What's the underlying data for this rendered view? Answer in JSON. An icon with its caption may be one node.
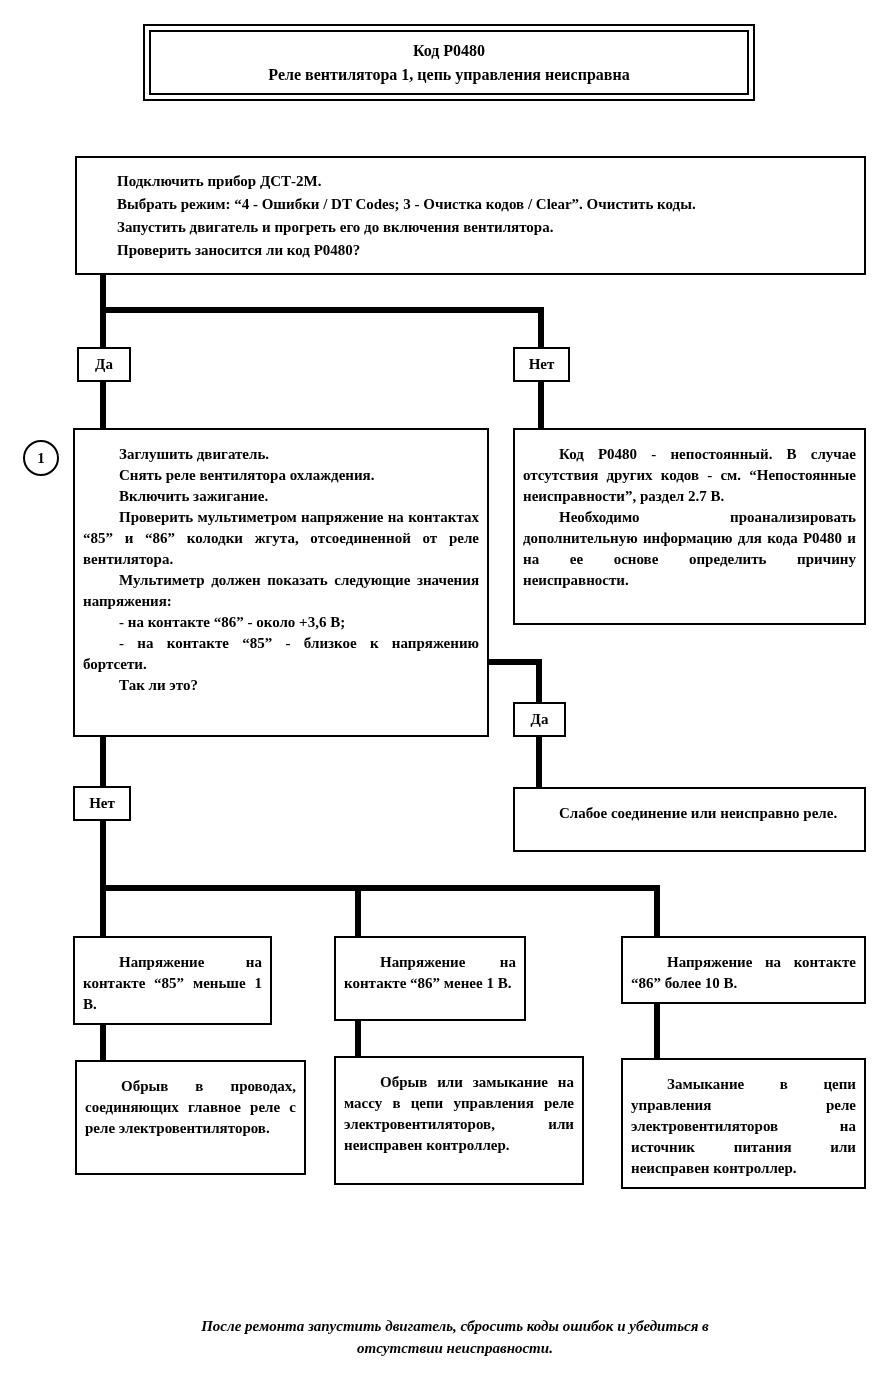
{
  "diagram": {
    "nodes": [
      {
        "text": [
          "Код P0480",
          "Реле вентилятора 1, цепь управления неисправна"
        ]
      },
      {
        "text": [
          "Подключить прибор ДСТ-2М.",
          "Выбрать режим: “4 - Ошибки / DT Codes; 3 - Очистка кодов / Clear”. Очистить коды.",
          "Запустить двигатель и прогреть его до включения вентилятора.",
          "Проверить заносится ли код P0480?"
        ]
      },
      {
        "text": [
          "Да"
        ]
      },
      {
        "text": [
          "Нет"
        ]
      },
      {
        "text": [
          "Заглушить двигатель.",
          "Снять реле вентилятора охлаждения.",
          "Включить зажигание.",
          "Проверить мультиметром напряжение на контактах “85” и “86” колодки жгута, отсоединенной от реле вентилятора.",
          "Мультиметр должен показать следующие значения напряжения:",
          "- на контакте “86” - около +3,6 В;",
          "- на контакте “85” - близкое к напряжению бортсети.",
          "Так ли это?"
        ],
        "beside": [
          "1"
        ]
      },
      {
        "text": [
          "Код P0480 - непостоянный. В случае отсутствия других кодов - см. “Непостоянные неисправности”, раздел 2.7 В.",
          "Необходимо проанализировать дополнительную информацию для кода P0480 и на ее основе определить причину неисправности."
        ]
      },
      {
        "text": [
          "Да"
        ]
      },
      {
        "text": [
          "Нет"
        ]
      },
      {
        "text": [
          "Слабое соединение или неисправно реле."
        ]
      },
      {
        "text": [
          "Напряжение на контакте “85” меньше 1 В."
        ]
      },
      {
        "text": [
          "Напряжение на контакте “86” менее 1 В."
        ]
      },
      {
        "text": [
          "Напряжение на контакте “86” более 10 В."
        ]
      },
      {
        "text": [
          "Обрыв в проводах, соединяющих главное реле с реле электровентиляторов."
        ]
      },
      {
        "text": [
          "Обрыв или замыкание на массу в цепи управления реле электровентиляторов, или неисправен контроллер."
        ]
      },
      {
        "text": [
          "Замыкание в цепи управления реле электровентиляторов на источник питания или неисправен контроллер."
        ]
      }
    ],
    "edges": [
      {
        "from": 1,
        "to": 2,
        "arrow": "none"
      },
      {
        "from": 1,
        "to": 3,
        "arrow": "none"
      },
      {
        "from": 2,
        "to": 4,
        "arrow": "none"
      },
      {
        "from": 3,
        "to": 5,
        "arrow": "none"
      },
      {
        "from": 4,
        "to": 6,
        "arrow": "none"
      },
      {
        "from": 6,
        "to": 8,
        "arrow": "none"
      },
      {
        "from": 4,
        "to": 7,
        "arrow": "none"
      },
      {
        "from": 7,
        "to": 9,
        "arrow": "none"
      },
      {
        "from": 7,
        "to": 10,
        "arrow": "none"
      },
      {
        "from": 7,
        "to": 11,
        "arrow": "none"
      },
      {
        "from": 9,
        "to": 12,
        "arrow": "none"
      },
      {
        "from": 10,
        "to": 13,
        "arrow": "none"
      },
      {
        "from": 11,
        "to": 14,
        "arrow": "none"
      }
    ],
    "caption": "После ремонта запустить двигатель, сбросить коды ошибок и убедиться в отсутствии неисправности."
  }
}
